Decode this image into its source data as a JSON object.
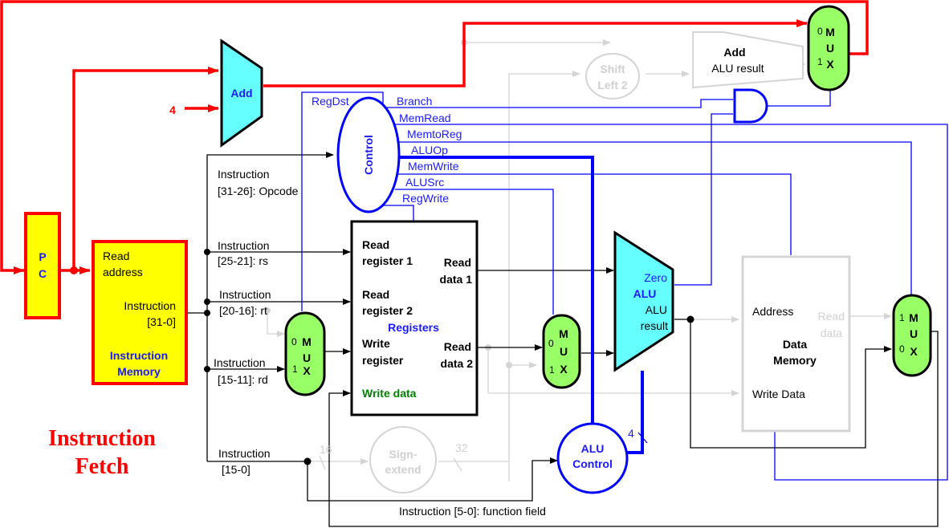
{
  "title": {
    "line1": "Instruction",
    "line2": "Fetch"
  },
  "colors": {
    "active_path": "#ff0000",
    "control": "#0000ff",
    "inactive": "#d4d4d4",
    "adder_fill": "#66ffff",
    "mux_fill": "#99ff66",
    "highlight_fill": "#ffff00"
  },
  "pc": {
    "label_1": "P",
    "label_2": "C"
  },
  "pc_adder": {
    "label": "Add",
    "constant": "4"
  },
  "instruction_memory": {
    "read_address_1": "Read",
    "read_address_2": "address",
    "instruction_1": "Instruction",
    "instruction_2": "[31-0]",
    "name_1": "Instruction",
    "name_2": "Memory"
  },
  "fields": {
    "opcode_1": "Instruction",
    "opcode_2": "[31-26]: Opcode",
    "rs_1": "Instruction",
    "rs_2": "[25-21]: rs",
    "rt_1": "Instruction",
    "rt_2": "[20-16]: rt",
    "rd_1": "Instruction",
    "rd_2": "[15-11]: rd",
    "imm_1": "Instruction",
    "imm_2": "[15-0]",
    "funct": "Instruction  [5-0]: function field"
  },
  "control": {
    "label": "Control",
    "signals": [
      "RegDst",
      "Branch",
      "MemRead",
      "MemtoReg",
      "ALUOp",
      "MemWrite",
      "ALUSrc",
      "RegWrite"
    ]
  },
  "registers": {
    "read_reg1_1": "Read",
    "read_reg1_2": "register 1",
    "read_reg2_1": "Read",
    "read_reg2_2": "register 2",
    "write_reg_1": "Write",
    "write_reg_2": "register",
    "write_data": "Write data",
    "read_data1_1": "Read",
    "read_data1_2": "data 1",
    "read_data2_1": "Read",
    "read_data2_2": "data 2",
    "name": "Registers"
  },
  "mux": {
    "m": "M",
    "u": "U",
    "x": "X",
    "zero": "0",
    "one": "1"
  },
  "alu": {
    "zero": "Zero",
    "name": "ALU",
    "result_1": "ALU",
    "result_2": "result"
  },
  "alu_control": {
    "line1": "ALU",
    "line2": "Control",
    "bus_width": "4"
  },
  "sign_extend": {
    "line1": "Sign-",
    "line2": "extend",
    "in_width": "16",
    "out_width": "32"
  },
  "shift_left": {
    "line1": "Shift",
    "line2": "Left 2"
  },
  "branch_adder": {
    "line1": "Add",
    "line2": "ALU result"
  },
  "data_memory": {
    "address": "Address",
    "read_data_1": "Read",
    "read_data_2": "data",
    "name_1": "Data",
    "name_2": "Memory",
    "write_data": "Write Data"
  }
}
